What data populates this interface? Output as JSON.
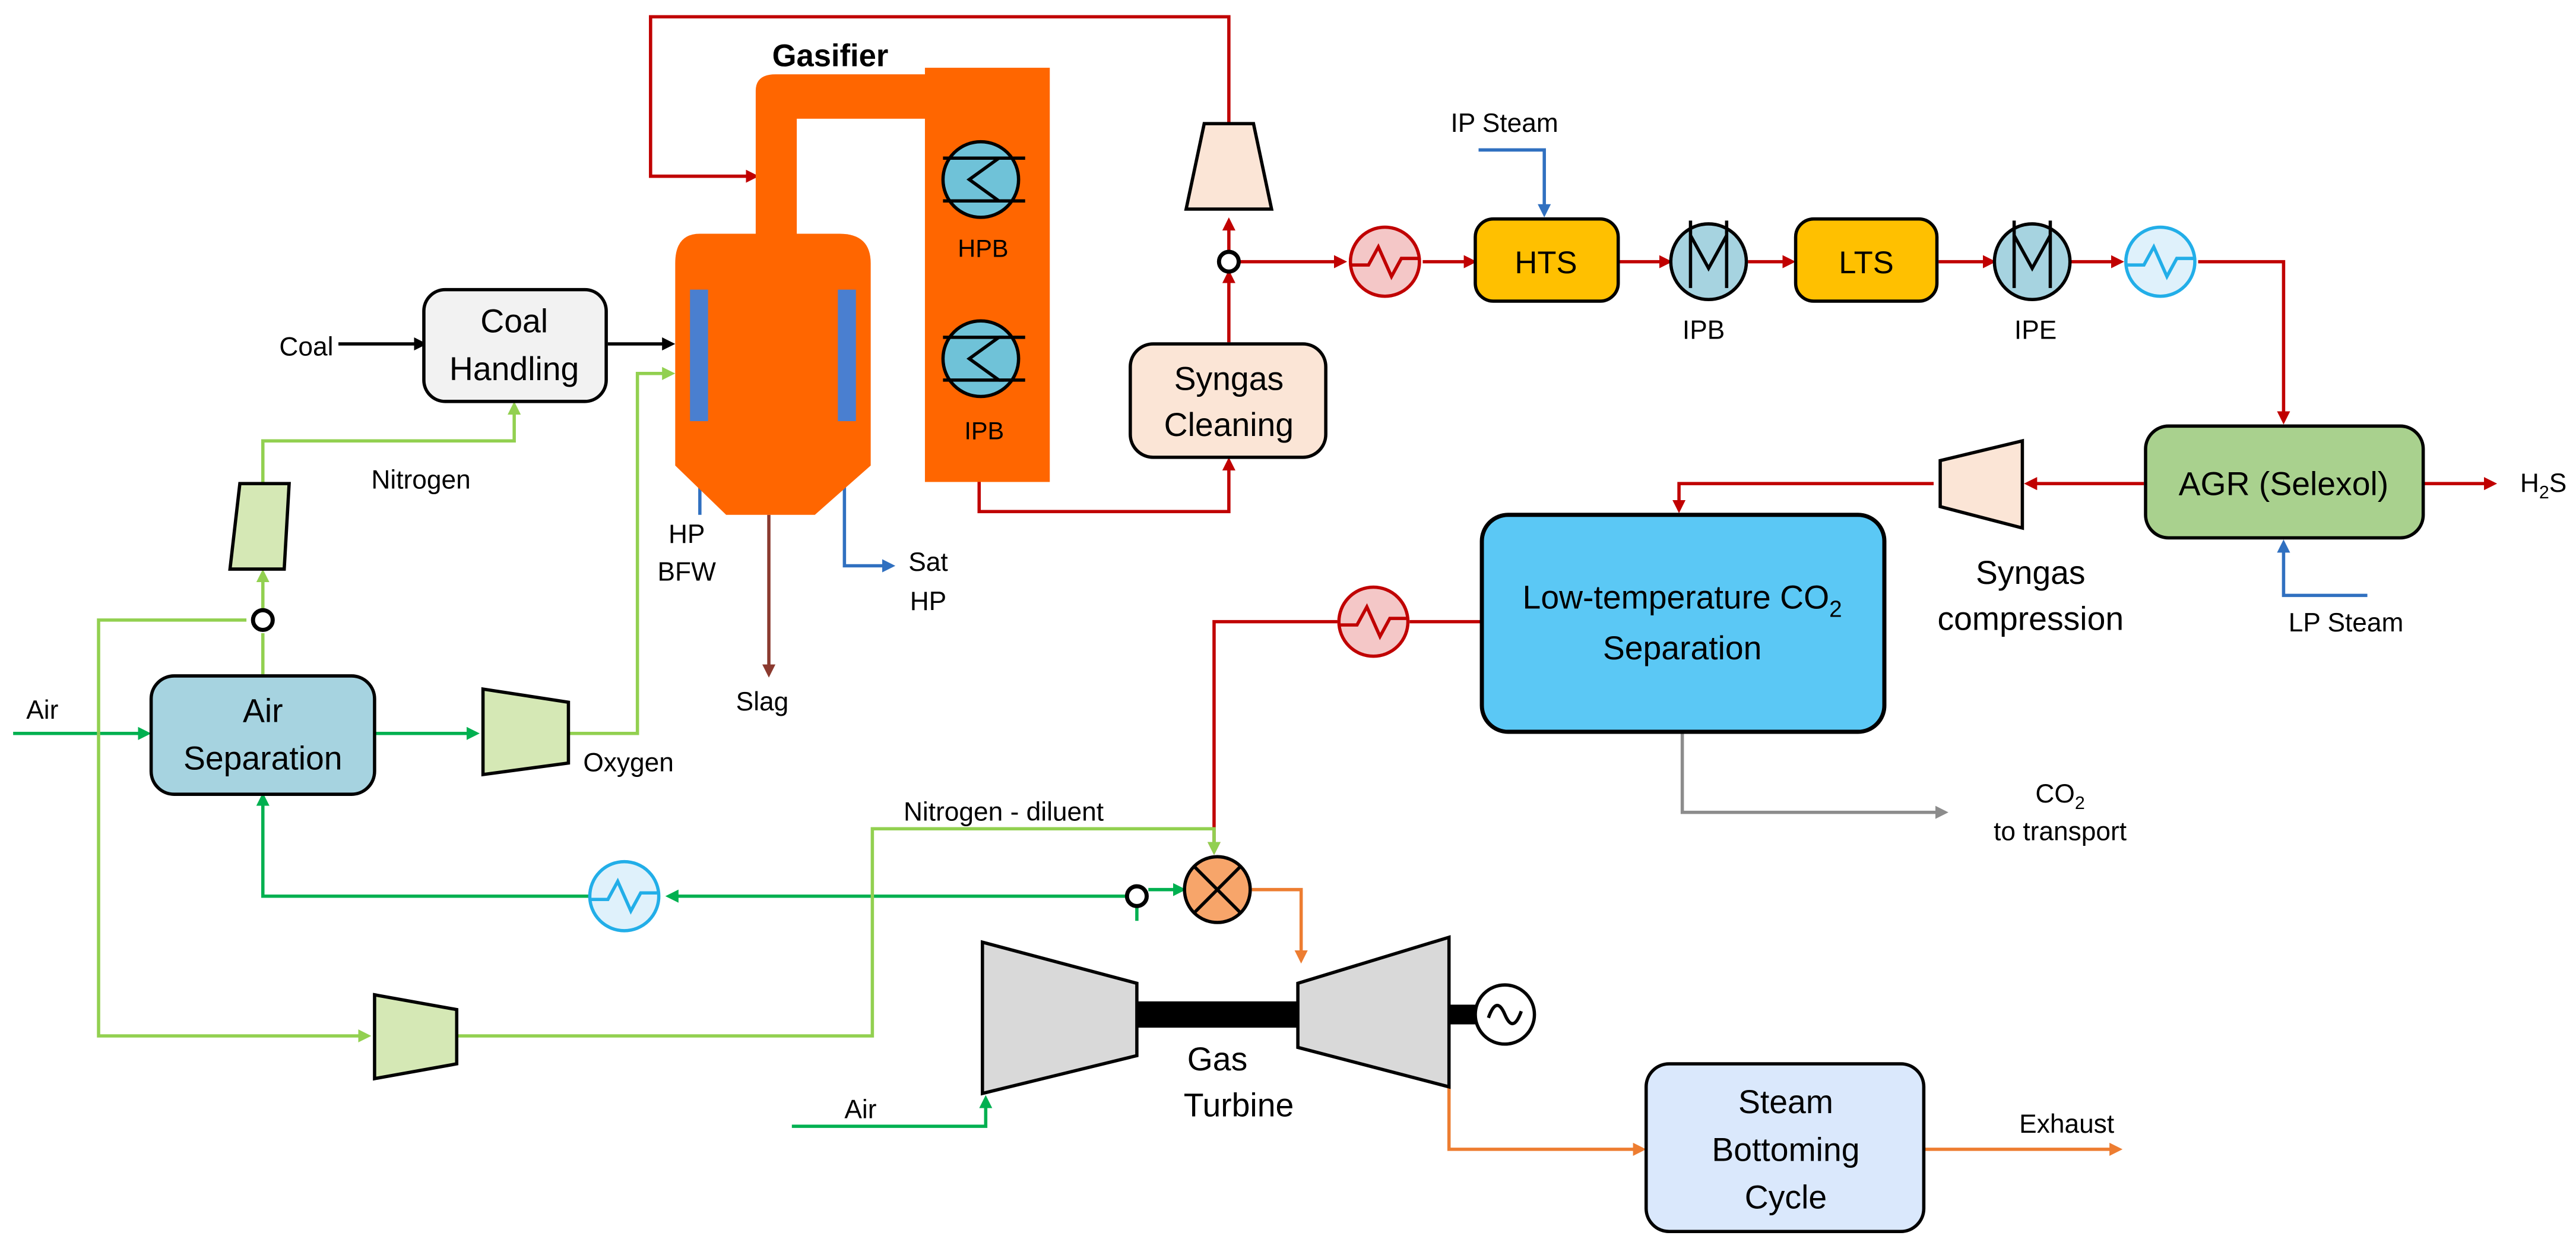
{
  "colors": {
    "syngas": "#c00000",
    "gasifier": "#ff6600",
    "nitrogen": "#92d050",
    "air": "#00b050",
    "water": "#3070c0",
    "flue": "#ed7d31",
    "slag": "#8b3a2f",
    "co2": "#8c8c8c",
    "shift": "#ffc000",
    "agr": "#a9d18e",
    "co2_sep": "#5bc8f5",
    "asu": "#a6d3e0",
    "cleaning": "#fbe5d6",
    "steam_cycle": "#dae8fc",
    "turbine": "#d9d9d9"
  },
  "labels": {
    "gasifier": "Gasifier",
    "coal": "Coal",
    "coal_handling_1": "Coal",
    "coal_handling_2": "Handling",
    "nitrogen": "Nitrogen",
    "air_in": "Air",
    "air_sep_1": "Air",
    "air_sep_2": "Separation",
    "oxygen": "Oxygen",
    "hp_bfw_1": "HP",
    "hp_bfw_2": "BFW",
    "sat_hp_1": "Sat",
    "sat_hp_2": "HP",
    "slag": "Slag",
    "hpb": "HPB",
    "ipb_gasifier": "IPB",
    "syngas_cleaning_1": "Syngas",
    "syngas_cleaning_2": "Cleaning",
    "ip_steam": "IP Steam",
    "hts": "HTS",
    "ipb": "IPB",
    "lts": "LTS",
    "ipe": "IPE",
    "agr": "AGR (Selexol)",
    "h2s": "H",
    "h2s_sub": "2",
    "h2s_end": "S",
    "lp_steam": "LP Steam",
    "syngas_comp_1": "Syngas",
    "syngas_comp_2": "compression",
    "co2_sep_1": "Low-temperature CO",
    "co2_sep_1_sub": "2",
    "co2_sep_2": "Separation",
    "co2_out_1": "CO",
    "co2_out_1_sub": "2",
    "co2_out_2": "to transport",
    "nitrogen_diluent": "Nitrogen - diluent",
    "air_gt": "Air",
    "gas_turbine_1": "Gas",
    "gas_turbine_2": "Turbine",
    "steam_cycle_1": "Steam",
    "steam_cycle_2": "Bottoming",
    "steam_cycle_3": "Cycle",
    "exhaust": "Exhaust"
  }
}
